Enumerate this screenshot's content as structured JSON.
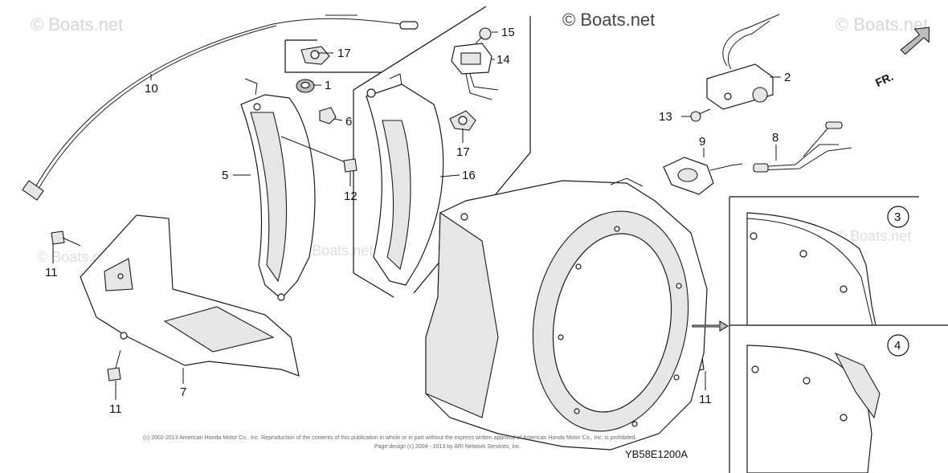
{
  "watermarks": {
    "top_left": "© Boats.net",
    "top_center": "© Boats.net",
    "top_right": "© Boats.net",
    "left_mid": "© Boats.net",
    "center_mid": "© Boats.net",
    "right_mid": "© Boats.net"
  },
  "front_indicator": {
    "label": "FR."
  },
  "callouts": {
    "p1": "1",
    "p2": "2",
    "p3_circle": "3",
    "p4_circle": "4",
    "p5": "5",
    "p6": "6",
    "p7": "7",
    "p8": "8",
    "p9": "9",
    "p10": "10",
    "p11_left": "11",
    "p11_bottom": "11",
    "p11_right": "11",
    "p12": "12",
    "p13": "13",
    "p14": "14",
    "p15": "15",
    "p16": "16",
    "p17_top": "17",
    "p17_mid": "17"
  },
  "footer": {
    "copyright_line1": "(c) 2002-2013 American Honda Motor Co., Inc. Reproduction of the contents of this publication in whole or in part without the express written approval of American Honda Motor Co., Inc. is prohibited.",
    "copyright_line2": "Page design (c) 2004 - 2013 by ARI Network Services, Inc.",
    "diagram_code": "YB58E1200A"
  },
  "colors": {
    "line": "#1a1a1a",
    "watermark": "#d6d6d6",
    "background": "#ffffff"
  }
}
